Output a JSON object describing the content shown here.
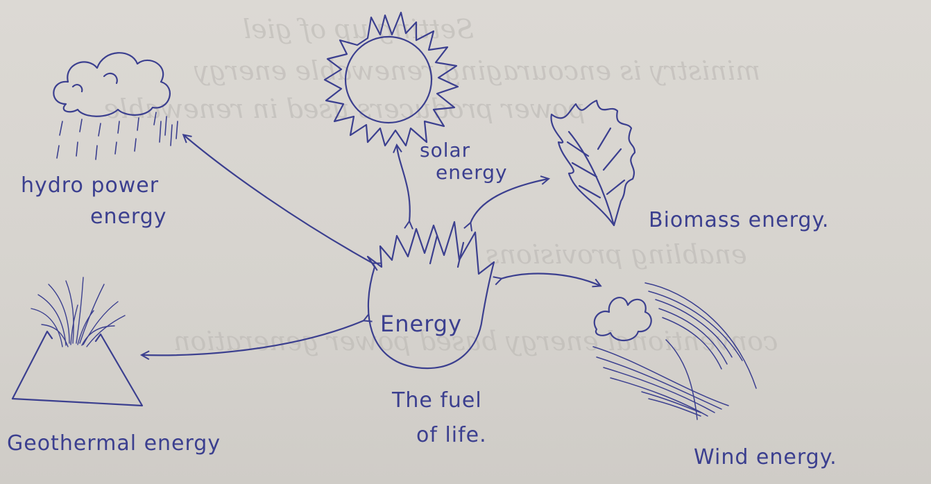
{
  "diagram": {
    "center": {
      "label": "Energy",
      "caption_line1": "The fuel",
      "caption_line2": "of life."
    },
    "nodes": {
      "hydro": {
        "line1": "hydro power",
        "line2": "energy"
      },
      "solar": {
        "line1": "solar",
        "line2": "energy"
      },
      "biomass": {
        "label": "Biomass energy."
      },
      "wind": {
        "label": "Wind energy."
      },
      "geothermal": {
        "label": "Geothermal energy"
      }
    }
  },
  "colors": {
    "ink": "#3b3f8f",
    "paper": "#d9d6d1"
  }
}
